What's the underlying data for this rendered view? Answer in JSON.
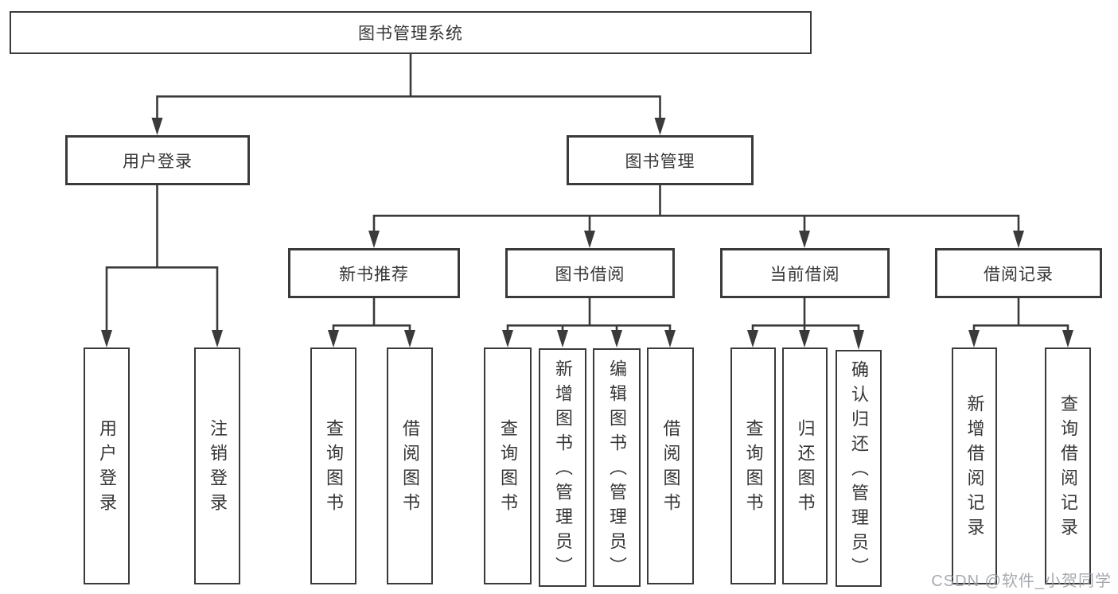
{
  "tree": {
    "root": {
      "label": "图书管理系统",
      "children": [
        {
          "label": "用户登录",
          "children": [
            {
              "label": "用户登录"
            },
            {
              "label": "注销登录"
            }
          ]
        },
        {
          "label": "图书管理",
          "children": [
            {
              "label": "新书推荐",
              "children": [
                {
                  "label": "查询图书"
                },
                {
                  "label": "借阅图书"
                }
              ]
            },
            {
              "label": "图书借阅",
              "children": [
                {
                  "label": "查询图书"
                },
                {
                  "label": "新增图书（管理员）"
                },
                {
                  "label": "编辑图书（管理员）"
                },
                {
                  "label": "借阅图书"
                }
              ]
            },
            {
              "label": "当前借阅",
              "children": [
                {
                  "label": "查询图书"
                },
                {
                  "label": "归还图书"
                },
                {
                  "label": "确认归还（管理员）"
                }
              ]
            },
            {
              "label": "借阅记录",
              "children": [
                {
                  "label": "新增借阅记录"
                },
                {
                  "label": "查询借阅记录"
                }
              ]
            }
          ]
        }
      ]
    }
  },
  "watermark": {
    "text": "CSDN @软件_小贺同学"
  },
  "colors": {
    "line": "#3a3a3a",
    "box_border": "#3a3a3a",
    "box_fill": "#ffffff",
    "text": "#363636",
    "watermark": "#9da1a8"
  }
}
